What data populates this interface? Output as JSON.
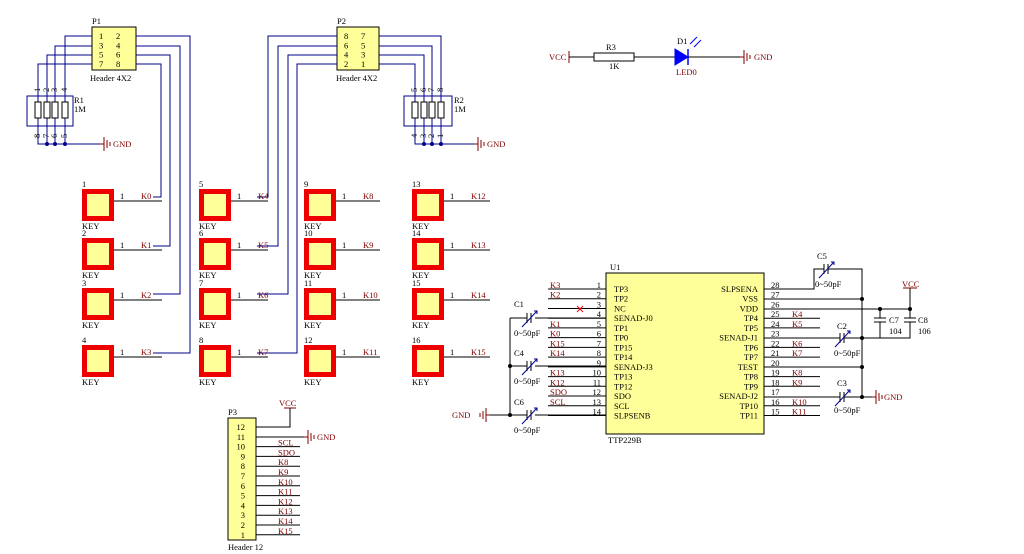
{
  "p1": {
    "ref": "P1",
    "type": "Header 4X2",
    "pins": [
      [
        "1",
        "2"
      ],
      [
        "3",
        "4"
      ],
      [
        "5",
        "6"
      ],
      [
        "7",
        "8"
      ]
    ]
  },
  "p2": {
    "ref": "P2",
    "type": "Header 4X2",
    "pins": [
      [
        "8",
        "7"
      ],
      [
        "6",
        "5"
      ],
      [
        "4",
        "3"
      ],
      [
        "2",
        "1"
      ]
    ]
  },
  "r1": {
    "ref": "R1",
    "value": "1M",
    "top": [
      "1",
      "2",
      "3",
      "4"
    ],
    "bot": [
      "8",
      "7",
      "6",
      "5"
    ]
  },
  "r2": {
    "ref": "R2",
    "value": "1M",
    "top": [
      "5",
      "6",
      "7",
      "8"
    ],
    "bot": [
      "4",
      "3",
      "2",
      "1"
    ]
  },
  "gnd": "GND",
  "vcc": "VCC",
  "r3": {
    "ref": "R3",
    "value": "1K"
  },
  "d1": {
    "ref": "D1",
    "value": "LED0"
  },
  "key_label": "KEY",
  "key_pin": "1",
  "keys": [
    {
      "n": "1",
      "net": "K0"
    },
    {
      "n": "2",
      "net": "K1"
    },
    {
      "n": "3",
      "net": "K2"
    },
    {
      "n": "4",
      "net": "K3"
    },
    {
      "n": "5",
      "net": "K4"
    },
    {
      "n": "6",
      "net": "K5"
    },
    {
      "n": "7",
      "net": "K6"
    },
    {
      "n": "8",
      "net": "K7"
    },
    {
      "n": "9",
      "net": "K8"
    },
    {
      "n": "10",
      "net": "K9"
    },
    {
      "n": "11",
      "net": "K10"
    },
    {
      "n": "12",
      "net": "K11"
    },
    {
      "n": "13",
      "net": "K12"
    },
    {
      "n": "14",
      "net": "K13"
    },
    {
      "n": "15",
      "net": "K14"
    },
    {
      "n": "16",
      "net": "K15"
    }
  ],
  "p3": {
    "ref": "P3",
    "type": "Header 12",
    "pins": [
      "12",
      "11",
      "10",
      "9",
      "8",
      "7",
      "6",
      "5",
      "4",
      "3",
      "2",
      "1"
    ],
    "nets": [
      "",
      "",
      "SCL",
      "SDO",
      "K8",
      "K9",
      "K10",
      "K11",
      "K12",
      "K13",
      "K14",
      "K15"
    ]
  },
  "u1": {
    "ref": "U1",
    "type": "TTP229B",
    "left": [
      {
        "num": "1",
        "name": "TP3",
        "net": "K3"
      },
      {
        "num": "2",
        "name": "TP2",
        "net": "K2"
      },
      {
        "num": "3",
        "name": "NC",
        "net": ""
      },
      {
        "num": "4",
        "name": "SENAD-J0",
        "net": ""
      },
      {
        "num": "5",
        "name": "TP1",
        "net": "K1"
      },
      {
        "num": "6",
        "name": "TP0",
        "net": "K0"
      },
      {
        "num": "7",
        "name": "TP15",
        "net": "K15"
      },
      {
        "num": "8",
        "name": "TP14",
        "net": "K14"
      },
      {
        "num": "9",
        "name": "SENAD-J3",
        "net": ""
      },
      {
        "num": "10",
        "name": "TP13",
        "net": "K13"
      },
      {
        "num": "11",
        "name": "TP12",
        "net": "K12"
      },
      {
        "num": "12",
        "name": "SDO",
        "net": "SDO"
      },
      {
        "num": "13",
        "name": "SCL",
        "net": "SCL"
      },
      {
        "num": "14",
        "name": "SLPSENB",
        "net": ""
      }
    ],
    "right": [
      {
        "num": "28",
        "name": "SLPSENA",
        "net": ""
      },
      {
        "num": "27",
        "name": "VSS",
        "net": ""
      },
      {
        "num": "26",
        "name": "VDD",
        "net": ""
      },
      {
        "num": "25",
        "name": "TP4",
        "net": "K4"
      },
      {
        "num": "24",
        "name": "TP5",
        "net": "K5"
      },
      {
        "num": "23",
        "name": "SENAD-J1",
        "net": ""
      },
      {
        "num": "22",
        "name": "TP6",
        "net": "K6"
      },
      {
        "num": "21",
        "name": "TP7",
        "net": "K7"
      },
      {
        "num": "20",
        "name": "TEST",
        "net": ""
      },
      {
        "num": "19",
        "name": "TP8",
        "net": "K8"
      },
      {
        "num": "18",
        "name": "TP9",
        "net": "K9"
      },
      {
        "num": "17",
        "name": "SENAD-J2",
        "net": ""
      },
      {
        "num": "16",
        "name": "TP10",
        "net": "K10"
      },
      {
        "num": "15",
        "name": "TP11",
        "net": "K11"
      }
    ]
  },
  "caps": {
    "c1": {
      "ref": "C1",
      "value": "0~50pF"
    },
    "c4": {
      "ref": "C4",
      "value": "0~50pF"
    },
    "c6": {
      "ref": "C6",
      "value": "0~50pF"
    },
    "c5": {
      "ref": "C5",
      "value": "0~50pF"
    },
    "c2": {
      "ref": "C2",
      "value": "0~50pF"
    },
    "c3": {
      "ref": "C3",
      "value": "0~50pF"
    },
    "c7": {
      "ref": "C7",
      "value": "104"
    },
    "c8": {
      "ref": "C8",
      "value": "106"
    }
  },
  "colors": {
    "wire": "#00008b",
    "net": "#800000",
    "key_fill": "#ffff99",
    "key_border": "#ee0000",
    "chip_fill": "#ffff99"
  }
}
